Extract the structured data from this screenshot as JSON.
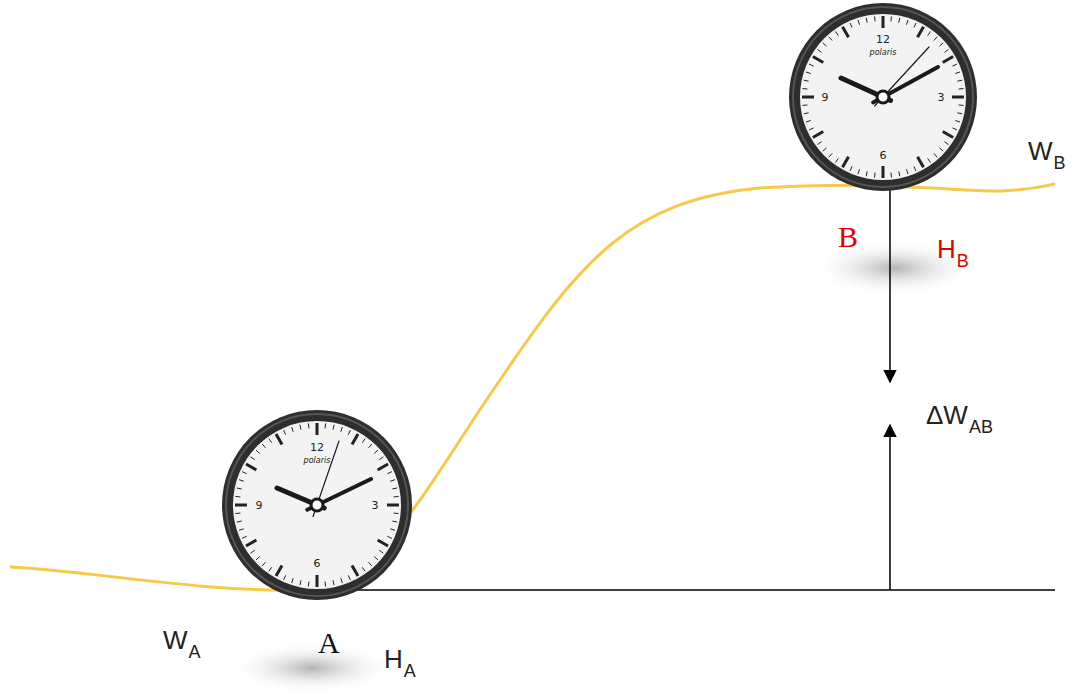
{
  "diagram": {
    "nodes": [
      {
        "text": [
          "12",
          "polaris",
          "9",
          "3",
          "6"
        ]
      },
      {
        "text": [
          "12",
          "polaris",
          "9",
          "3",
          "6"
        ]
      }
    ],
    "labels": [
      "W",
      "A",
      "A",
      "H",
      "A",
      "B",
      "H",
      "B",
      "W",
      "B",
      "ΔW",
      "AB"
    ]
  }
}
